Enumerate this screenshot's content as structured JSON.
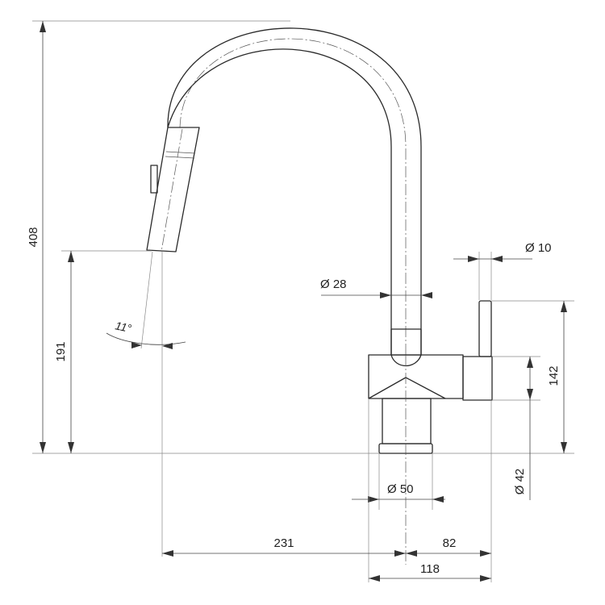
{
  "dimensions": {
    "total_height": "408",
    "spout_height": "191",
    "spray_angle": "11°",
    "pipe_diameter": "Ø 28",
    "handle_diameter": "Ø 10",
    "lever_height": "142",
    "body_diameter": "Ø 42",
    "base_diameter": "Ø 50",
    "reach": "231",
    "lever_offset": "82",
    "overall_depth": "118"
  }
}
